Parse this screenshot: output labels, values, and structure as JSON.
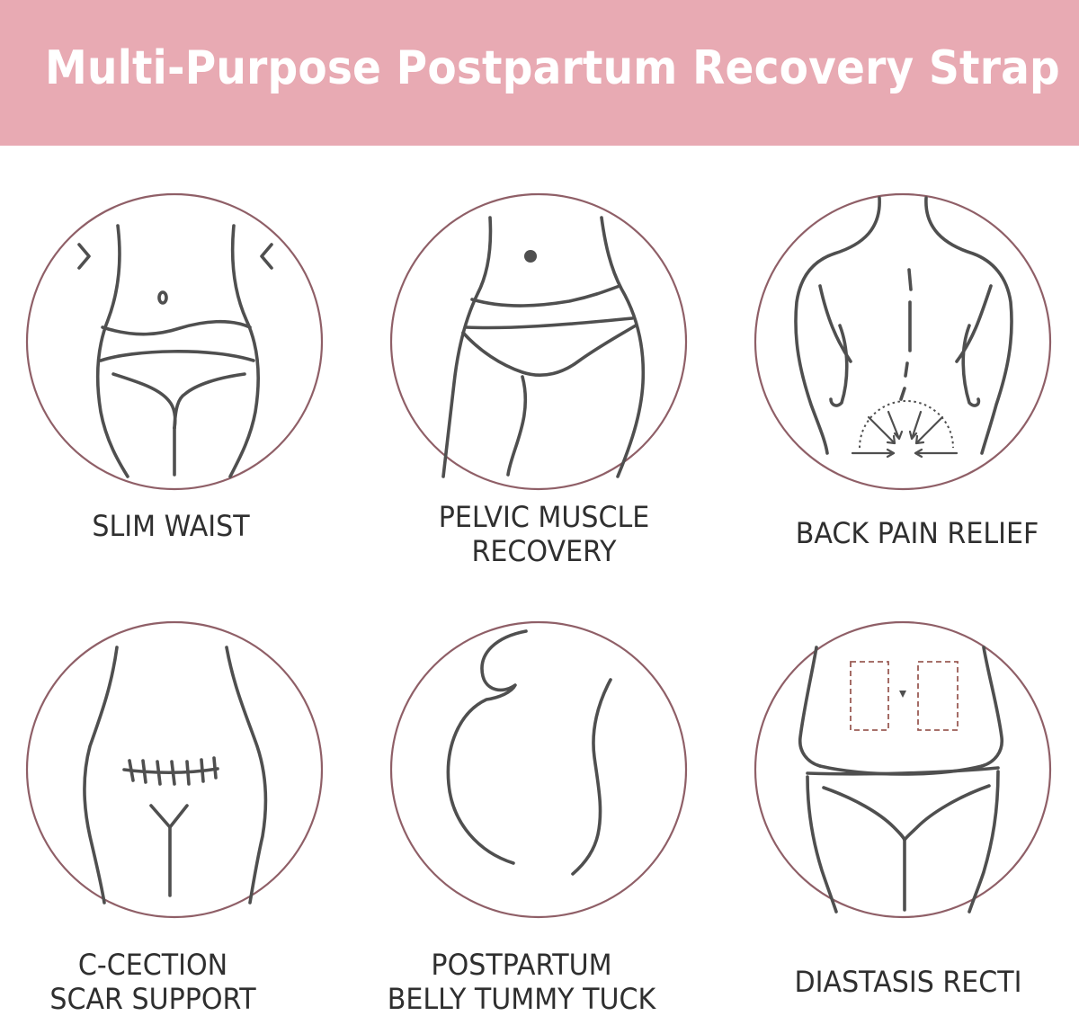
{
  "header": {
    "title": "Multi-Purpose Postpartum Recovery Strap",
    "background_color": "#e8aab3",
    "text_color": "#ffffff"
  },
  "colors": {
    "ring": "#8f5f67",
    "line_art": "#4f4f4f",
    "caption_text": "#2f2f2f",
    "abdomen_marker": "#9b5c55"
  },
  "features": [
    {
      "icon": "slim-waist-icon",
      "label_lines": [
        "SLIM WAIST"
      ]
    },
    {
      "icon": "pelvic-muscle-icon",
      "label_lines": [
        "PELVIC MUSCLE",
        "RECOVERY"
      ]
    },
    {
      "icon": "back-pain-icon",
      "label_lines": [
        "BACK PAIN RELIEF"
      ]
    },
    {
      "icon": "c-section-scar-icon",
      "label_lines": [
        "C-CECTION",
        "SCAR SUPPORT"
      ]
    },
    {
      "icon": "postpartum-belly-icon",
      "label_lines": [
        "POSTPARTUM",
        "BELLY TUMMY TUCK"
      ]
    },
    {
      "icon": "diastasis-recti-icon",
      "label_lines": [
        "DIASTASIS RECTI"
      ]
    }
  ]
}
